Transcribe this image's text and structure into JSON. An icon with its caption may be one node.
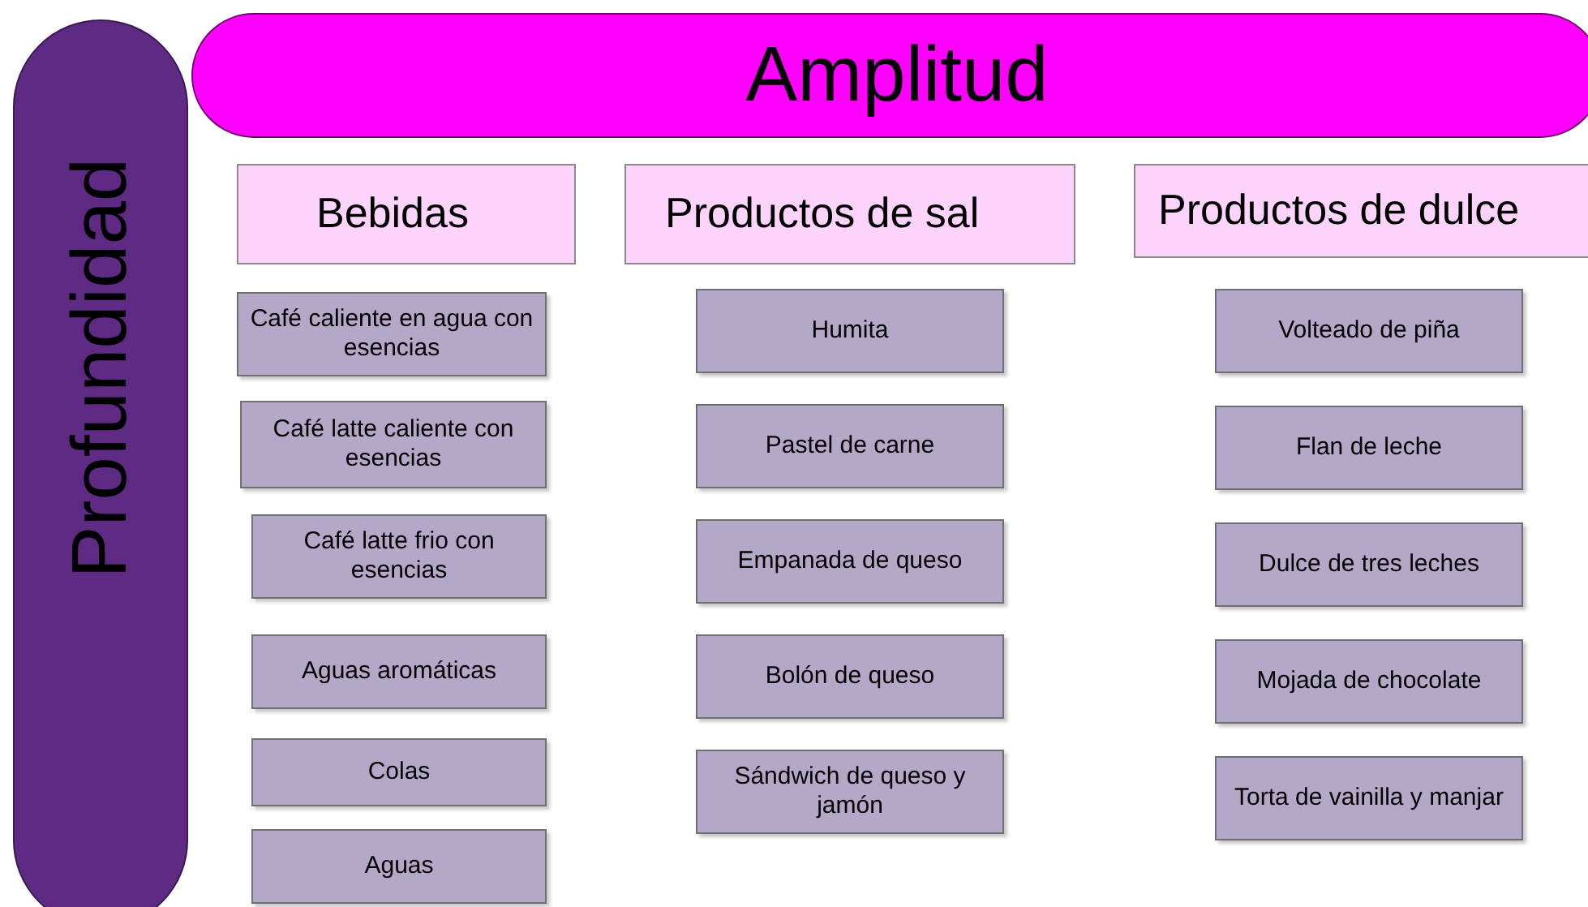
{
  "diagram": {
    "nodes": [
      {
        "text": [
          "Profundidad"
        ]
      },
      {
        "text": [
          "Amplitud"
        ]
      },
      {
        "text": [
          "Bebidas"
        ]
      },
      {
        "text": [
          "Productos de sal"
        ]
      },
      {
        "text": [
          "Productos de dulce"
        ]
      },
      {
        "text": [
          "Café caliente en agua con esencias"
        ]
      },
      {
        "text": [
          "Café latte caliente con esencias"
        ]
      },
      {
        "text": [
          "Café latte frio con esencias"
        ]
      },
      {
        "text": [
          "Aguas aromáticas"
        ]
      },
      {
        "text": [
          "Colas"
        ]
      },
      {
        "text": [
          "Aguas"
        ]
      },
      {
        "text": [
          "Humita"
        ]
      },
      {
        "text": [
          "Pastel de carne"
        ]
      },
      {
        "text": [
          "Empanada de queso"
        ]
      },
      {
        "text": [
          "Bolón de queso"
        ]
      },
      {
        "text": [
          "Sándwich de queso y jamón"
        ]
      },
      {
        "text": [
          "Volteado de piña"
        ]
      },
      {
        "text": [
          "Flan de leche"
        ]
      },
      {
        "text": [
          "Dulce de tres leches"
        ]
      },
      {
        "text": [
          "Mojada de chocolate"
        ]
      },
      {
        "text": [
          "Torta de vainilla y manjar"
        ]
      }
    ]
  }
}
